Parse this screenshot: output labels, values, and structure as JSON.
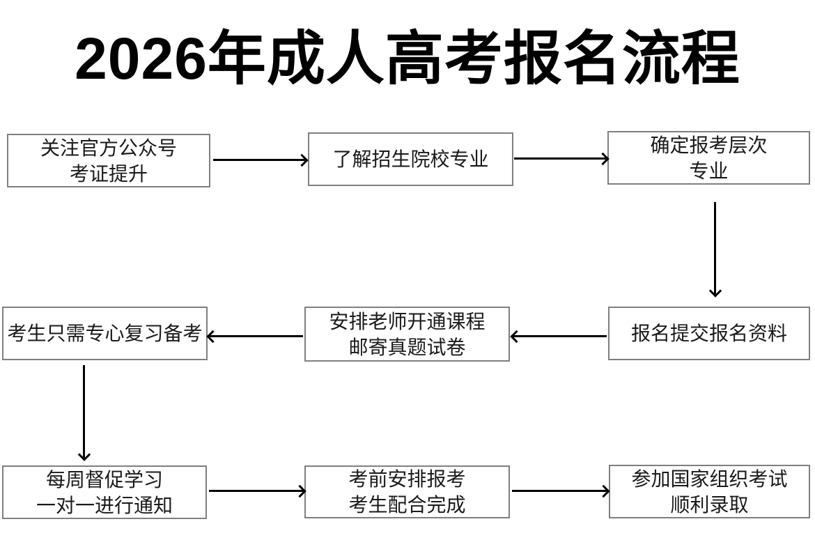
{
  "title": "2026年成人高考报名流程",
  "colors": {
    "background": "#ffffff",
    "box_border": "#7f7f7f",
    "box_text": "#1a1a1a",
    "title_text": "#000000",
    "arrow": "#000000"
  },
  "flow": {
    "steps": [
      {
        "id": "follow-official-account",
        "lines": [
          "关注官方公众号",
          "考证提升"
        ]
      },
      {
        "id": "learn-schools-majors",
        "lines": [
          "了解招生院校专业"
        ]
      },
      {
        "id": "determine-level-major",
        "lines": [
          "确定报考层次",
          "专业"
        ]
      },
      {
        "id": "submit-registration-docs",
        "lines": [
          "报名提交报名资料"
        ]
      },
      {
        "id": "teacher-opens-courses",
        "lines": [
          "安排老师开通课程",
          "邮寄真题试卷"
        ]
      },
      {
        "id": "focus-on-review",
        "lines": [
          "考生只需专心复习备考"
        ]
      },
      {
        "id": "weekly-supervision",
        "lines": [
          "每周督促学习",
          "一对一进行通知"
        ]
      },
      {
        "id": "pre-exam-arrangement",
        "lines": [
          "考前安排报考",
          "考生配合完成"
        ]
      },
      {
        "id": "take-national-exam",
        "lines": [
          "参加国家组织考试",
          "顺利录取"
        ]
      }
    ],
    "connections": [
      {
        "from": 1,
        "to": 2,
        "direction": "right"
      },
      {
        "from": 2,
        "to": 3,
        "direction": "right"
      },
      {
        "from": 3,
        "to": 4,
        "direction": "down"
      },
      {
        "from": 4,
        "to": 5,
        "direction": "left"
      },
      {
        "from": 5,
        "to": 6,
        "direction": "left"
      },
      {
        "from": 6,
        "to": 7,
        "direction": "down"
      },
      {
        "from": 7,
        "to": 8,
        "direction": "right"
      },
      {
        "from": 8,
        "to": 9,
        "direction": "right"
      }
    ]
  }
}
